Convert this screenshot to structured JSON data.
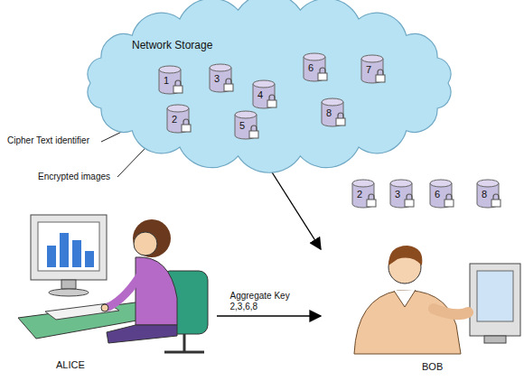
{
  "diagram": {
    "nodes": [
      {
        "text": [
          "Network Storage"
        ]
      },
      {
        "text": [
          "1"
        ],
        "in": 0
      },
      {
        "text": [
          "2"
        ],
        "in": 0
      },
      {
        "text": [
          "3"
        ],
        "in": 0
      },
      {
        "text": [
          "4"
        ],
        "in": 0
      },
      {
        "text": [
          "5"
        ],
        "in": 0
      },
      {
        "text": [
          "6"
        ],
        "in": 0
      },
      {
        "text": [
          "7"
        ],
        "in": 0
      },
      {
        "text": [
          "8"
        ],
        "in": 0
      },
      {
        "text": [
          "2"
        ]
      },
      {
        "text": [
          "3"
        ]
      },
      {
        "text": [
          "6"
        ]
      },
      {
        "text": [
          "8"
        ]
      },
      {
        "text": [
          "ALICE"
        ]
      },
      {
        "text": [
          "BOB"
        ]
      }
    ],
    "edges": [
      {
        "from": 0,
        "to": 14,
        "arrow": "to"
      },
      {
        "from": 13,
        "to": 14,
        "label": "Aggregate Key 2,3,6,8",
        "arrow": "to"
      }
    ],
    "labels": [
      "Cipher Text identifier",
      "Encrypted images"
    ]
  }
}
